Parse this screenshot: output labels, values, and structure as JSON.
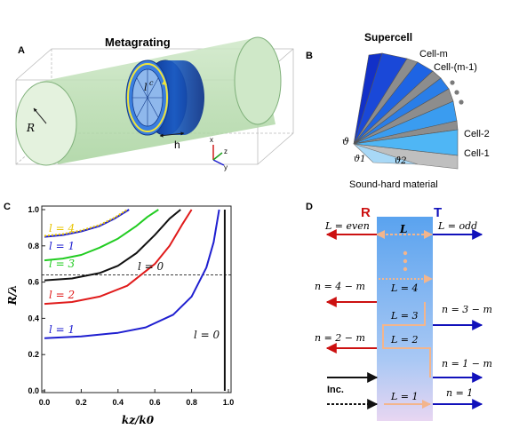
{
  "panels": {
    "A": {
      "letter": "A",
      "title": "Metagrating",
      "ell_label": "l",
      "ell_sup": "c",
      "radius_label": "R",
      "thickness_label": "h",
      "axes": {
        "x": "x",
        "y": "y",
        "z": "z"
      }
    },
    "B": {
      "letter": "B",
      "title": "Supercell",
      "cells": [
        "Cell-m",
        "Cell-(m-1)",
        "Cell-2",
        "Cell-1"
      ],
      "angles": [
        "ϑ",
        "ϑ1",
        "ϑ2"
      ],
      "material": "Sound-hard material"
    },
    "C": {
      "letter": "C",
      "ylabel": "R/λ",
      "xlabel": "kz/k0",
      "annotations": [
        {
          "text": "l = 4",
          "color": "#e8c400"
        },
        {
          "text": "l = 1",
          "color": "#1f1fd0"
        },
        {
          "text": "l = 3",
          "color": "#22cc22"
        },
        {
          "text": "l = 0",
          "color": "#111111"
        },
        {
          "text": "l = 2",
          "color": "#e01b1b"
        },
        {
          "text": "l = 1",
          "color": "#1f1fd0"
        },
        {
          "text": "l = 0",
          "color": "#111111"
        }
      ]
    },
    "D": {
      "letter": "D",
      "R": "R",
      "T": "T",
      "L_even": "L = even",
      "L_odd": "L = odd",
      "L_top": "L",
      "L4": "L = 4",
      "L3": "L = 3",
      "L2": "L = 2",
      "L1": "L = 1",
      "n_4m": "n = 4 − m",
      "n_3m": "n = 3 − m",
      "n_2m": "n = 2 − m",
      "n_1m": "n = 1 − m",
      "n_1": "n = 1",
      "inc": "Inc."
    }
  },
  "colors": {
    "blue_mode": "#1f1fd0",
    "red_mode": "#e01b1b",
    "green_mode": "#22cc22",
    "yellow_mode": "#e8c400",
    "black_mode": "#111111",
    "refl_arrow": "#cc1111",
    "trans_arrow": "#1111bb",
    "path": "#f3b58c"
  },
  "chart_data": {
    "type": "line",
    "xlabel": "kz/k0",
    "ylabel": "R/λ",
    "xlim": [
      0,
      1.0
    ],
    "ylim": [
      0,
      1.0
    ],
    "xticks": [
      "0.0",
      "0.2",
      "0.4",
      "0.6",
      "0.8",
      "1.0"
    ],
    "yticks": [
      "0.0",
      "0.2",
      "0.4",
      "0.6",
      "0.8",
      "1.0"
    ],
    "reference_line": {
      "y": 0.64,
      "style": "dashed"
    },
    "series": [
      {
        "color": "#1f1fd0",
        "x": [
          0.0,
          0.2,
          0.4,
          0.55,
          0.7,
          0.8,
          0.88,
          0.92,
          0.95
        ],
        "y": [
          0.29,
          0.3,
          0.32,
          0.35,
          0.42,
          0.52,
          0.68,
          0.82,
          1.0
        ]
      },
      {
        "color": "#e01b1b",
        "x": [
          0.0,
          0.15,
          0.3,
          0.45,
          0.6,
          0.68,
          0.75,
          0.8
        ],
        "y": [
          0.48,
          0.49,
          0.52,
          0.58,
          0.7,
          0.8,
          0.92,
          1.0
        ]
      },
      {
        "color": "#111111",
        "x": [
          0.0,
          0.15,
          0.3,
          0.4,
          0.5,
          0.6,
          0.68,
          0.74
        ],
        "y": [
          0.61,
          0.62,
          0.65,
          0.69,
          0.76,
          0.86,
          0.95,
          1.0
        ]
      },
      {
        "color": "#22cc22",
        "x": [
          0.0,
          0.1,
          0.2,
          0.3,
          0.4,
          0.5,
          0.56,
          0.62
        ],
        "y": [
          0.72,
          0.73,
          0.75,
          0.79,
          0.84,
          0.91,
          0.96,
          1.0
        ]
      },
      {
        "color": "#1f1fd0",
        "x": [
          0.0,
          0.1,
          0.2,
          0.3,
          0.38,
          0.46
        ],
        "y": [
          0.85,
          0.86,
          0.88,
          0.91,
          0.95,
          1.0
        ]
      },
      {
        "color": "#e8c400",
        "x": [
          0.0,
          0.1,
          0.2,
          0.3,
          0.38,
          0.45
        ],
        "y": [
          0.855,
          0.865,
          0.885,
          0.915,
          0.955,
          1.0
        ],
        "style": "dotted"
      },
      {
        "color": "#111111",
        "x": [
          0.98,
          0.98
        ],
        "y": [
          0.0,
          1.0
        ]
      }
    ]
  }
}
